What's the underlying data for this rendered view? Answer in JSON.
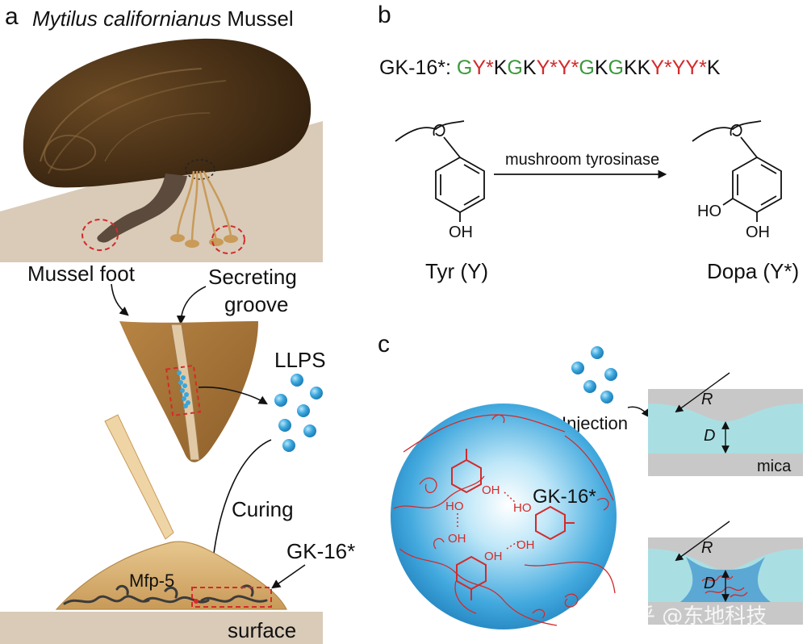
{
  "panel_a": {
    "letter": "a",
    "title_species": "Mytilus californianus",
    "title_suffix": " Mussel",
    "labels": {
      "mussel_foot": "Mussel foot",
      "secreting_groove_1": "Secreting",
      "secreting_groove_2": "groove",
      "llps": "LLPS",
      "curing": "Curing",
      "gk16": "GK-16*",
      "mfp5": "Mfp-5",
      "surface": "surface"
    }
  },
  "panel_b": {
    "letter": "b",
    "sequence_prefix": "GK-16*: ",
    "sequence": [
      {
        "t": "G",
        "c": "green"
      },
      {
        "t": "Y*",
        "c": "red"
      },
      {
        "t": "K",
        "c": "black"
      },
      {
        "t": "G",
        "c": "green"
      },
      {
        "t": "K",
        "c": "black"
      },
      {
        "t": "Y*",
        "c": "red"
      },
      {
        "t": "Y*",
        "c": "red"
      },
      {
        "t": "G",
        "c": "green"
      },
      {
        "t": "K",
        "c": "black"
      },
      {
        "t": "G",
        "c": "green"
      },
      {
        "t": "KK",
        "c": "black"
      },
      {
        "t": "Y*",
        "c": "red"
      },
      {
        "t": "YY*",
        "c": "red"
      },
      {
        "t": "K",
        "c": "black"
      }
    ],
    "reaction_label": "mushroom tyrosinase",
    "oh": "OH",
    "ho": "HO",
    "tyr_label": "Tyr (Y)",
    "dopa_label": "Dopa (Y*)"
  },
  "panel_c": {
    "letter": "c",
    "injection": "Injection",
    "gk16": "GK-16*",
    "r": "R",
    "d": "D",
    "mica": "mica",
    "oh": "OH",
    "ho": "HO"
  },
  "watermark": "知乎 @东地科技",
  "colors": {
    "red": "#d42a2a",
    "green": "#3a9a3a",
    "black": "#111111",
    "droplet": "#3aa6dc",
    "sand": "#d9cbb8",
    "shell": "#4a3018",
    "foot": "#a8733a",
    "cyan": "#a9dfe3",
    "mica": "#c8c8c8"
  }
}
